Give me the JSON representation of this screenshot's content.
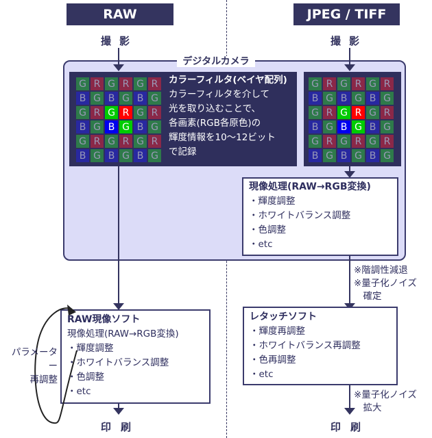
{
  "headers": {
    "left": "RAW",
    "right": "JPEG / TIFF"
  },
  "shoot_label": "撮影",
  "camera": {
    "title": "デジタルカメラ"
  },
  "bayer": {
    "rows": [
      [
        "G",
        "R",
        "G",
        "R",
        "G",
        "R"
      ],
      [
        "B",
        "G",
        "B",
        "G",
        "B",
        "G"
      ],
      [
        "G",
        "R",
        "G",
        "R",
        "G",
        "R"
      ],
      [
        "B",
        "G",
        "B",
        "G",
        "B",
        "G"
      ],
      [
        "G",
        "R",
        "G",
        "R",
        "G",
        "R"
      ],
      [
        "B",
        "G",
        "B",
        "G",
        "B",
        "G"
      ]
    ],
    "highlight": [
      [
        2,
        2
      ],
      [
        2,
        3
      ],
      [
        3,
        2
      ],
      [
        3,
        3
      ]
    ],
    "colors": {
      "G": "#2e7a4a",
      "R": "#8a2848",
      "B": "#2828a0",
      "hG": "#00cc00",
      "hR": "#ff0000",
      "hB": "#0000ee"
    }
  },
  "color_filter": {
    "title": "カラーフィルタ(ベイヤ配列)",
    "lines": [
      "カラーフィルタを介して",
      "光を取り込むことで、",
      "各画素(RGB各原色)の",
      "輝度情報を10～12ビット",
      "で記録"
    ]
  },
  "in_camera_processing": {
    "title": "現像処理(RAW→RGB変換)",
    "items": [
      "・輝度調整",
      "・ホワイトバランス調整",
      "・色調整",
      "・etc"
    ]
  },
  "jpeg_notes": [
    "※階調性減退",
    "※量子化ノイズ",
    "　確定"
  ],
  "raw_software": {
    "title": "RAW現像ソフト",
    "subtitle": "現像処理(RAW→RGB変換)",
    "items": [
      "・輝度調整",
      "・ホワイトバランス調整",
      "・色調整",
      "・etc"
    ]
  },
  "parameter_loop": {
    "lines": [
      "パラメーター",
      "再調整"
    ]
  },
  "retouch_software": {
    "title": "レタッチソフト",
    "items": [
      "・輝度再調整",
      "・ホワイトバランス再調整",
      "・色再調整",
      "・etc"
    ]
  },
  "retouch_notes": [
    "※量子化ノイズ",
    "　拡大"
  ],
  "print_label": "印刷",
  "colors": {
    "navy": "#34345f",
    "camera_bg": "#dcdcf8"
  }
}
